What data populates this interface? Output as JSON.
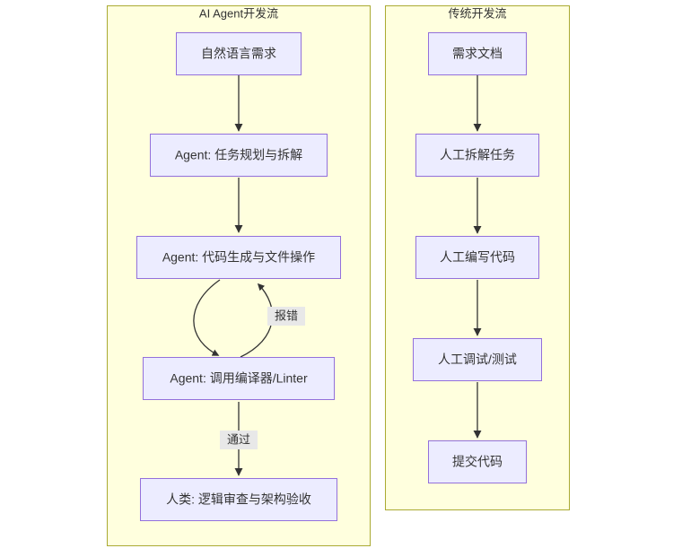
{
  "diagram": {
    "type": "flowchart",
    "direction": "top-to-bottom",
    "background_color": "#ffffff",
    "cluster_fill": "#ffffde",
    "cluster_stroke": "#aaaa33",
    "node_fill": "#ececff",
    "node_stroke": "#9370db",
    "edge_stroke": "#333333",
    "edge_label_fill": "#e8e8e8"
  },
  "clusters": [
    {
      "id": "ai-agent-flow",
      "title": "AI Agent开发流",
      "nodes": [
        {
          "id": "nl-requirement",
          "label": "自然语言需求"
        },
        {
          "id": "task-planning",
          "label": "Agent: 任务规划与拆解"
        },
        {
          "id": "code-generation",
          "label": "Agent: 代码生成与文件操作"
        },
        {
          "id": "compiler-linter",
          "label": "Agent: 调用编译器/Linter"
        },
        {
          "id": "human-review",
          "label": "人类: 逻辑审查与架构验收"
        }
      ],
      "edges": [
        {
          "from": "nl-requirement",
          "to": "task-planning",
          "label": ""
        },
        {
          "from": "task-planning",
          "to": "code-generation",
          "label": ""
        },
        {
          "from": "code-generation",
          "to": "compiler-linter",
          "label": ""
        },
        {
          "from": "compiler-linter",
          "to": "code-generation",
          "label": "报错"
        },
        {
          "from": "compiler-linter",
          "to": "human-review",
          "label": "通过"
        }
      ]
    },
    {
      "id": "traditional-flow",
      "title": "传统开发流",
      "nodes": [
        {
          "id": "requirement-doc",
          "label": "需求文档"
        },
        {
          "id": "manual-breakdown",
          "label": "人工拆解任务"
        },
        {
          "id": "manual-coding",
          "label": "人工编写代码"
        },
        {
          "id": "manual-debug",
          "label": "人工调试/测试"
        },
        {
          "id": "submit-code",
          "label": "提交代码"
        }
      ],
      "edges": [
        {
          "from": "requirement-doc",
          "to": "manual-breakdown",
          "label": ""
        },
        {
          "from": "manual-breakdown",
          "to": "manual-coding",
          "label": ""
        },
        {
          "from": "manual-coding",
          "to": "manual-debug",
          "label": ""
        },
        {
          "from": "manual-debug",
          "to": "submit-code",
          "label": ""
        }
      ]
    }
  ],
  "edge_labels": {
    "error": "报错",
    "pass": "通过"
  }
}
